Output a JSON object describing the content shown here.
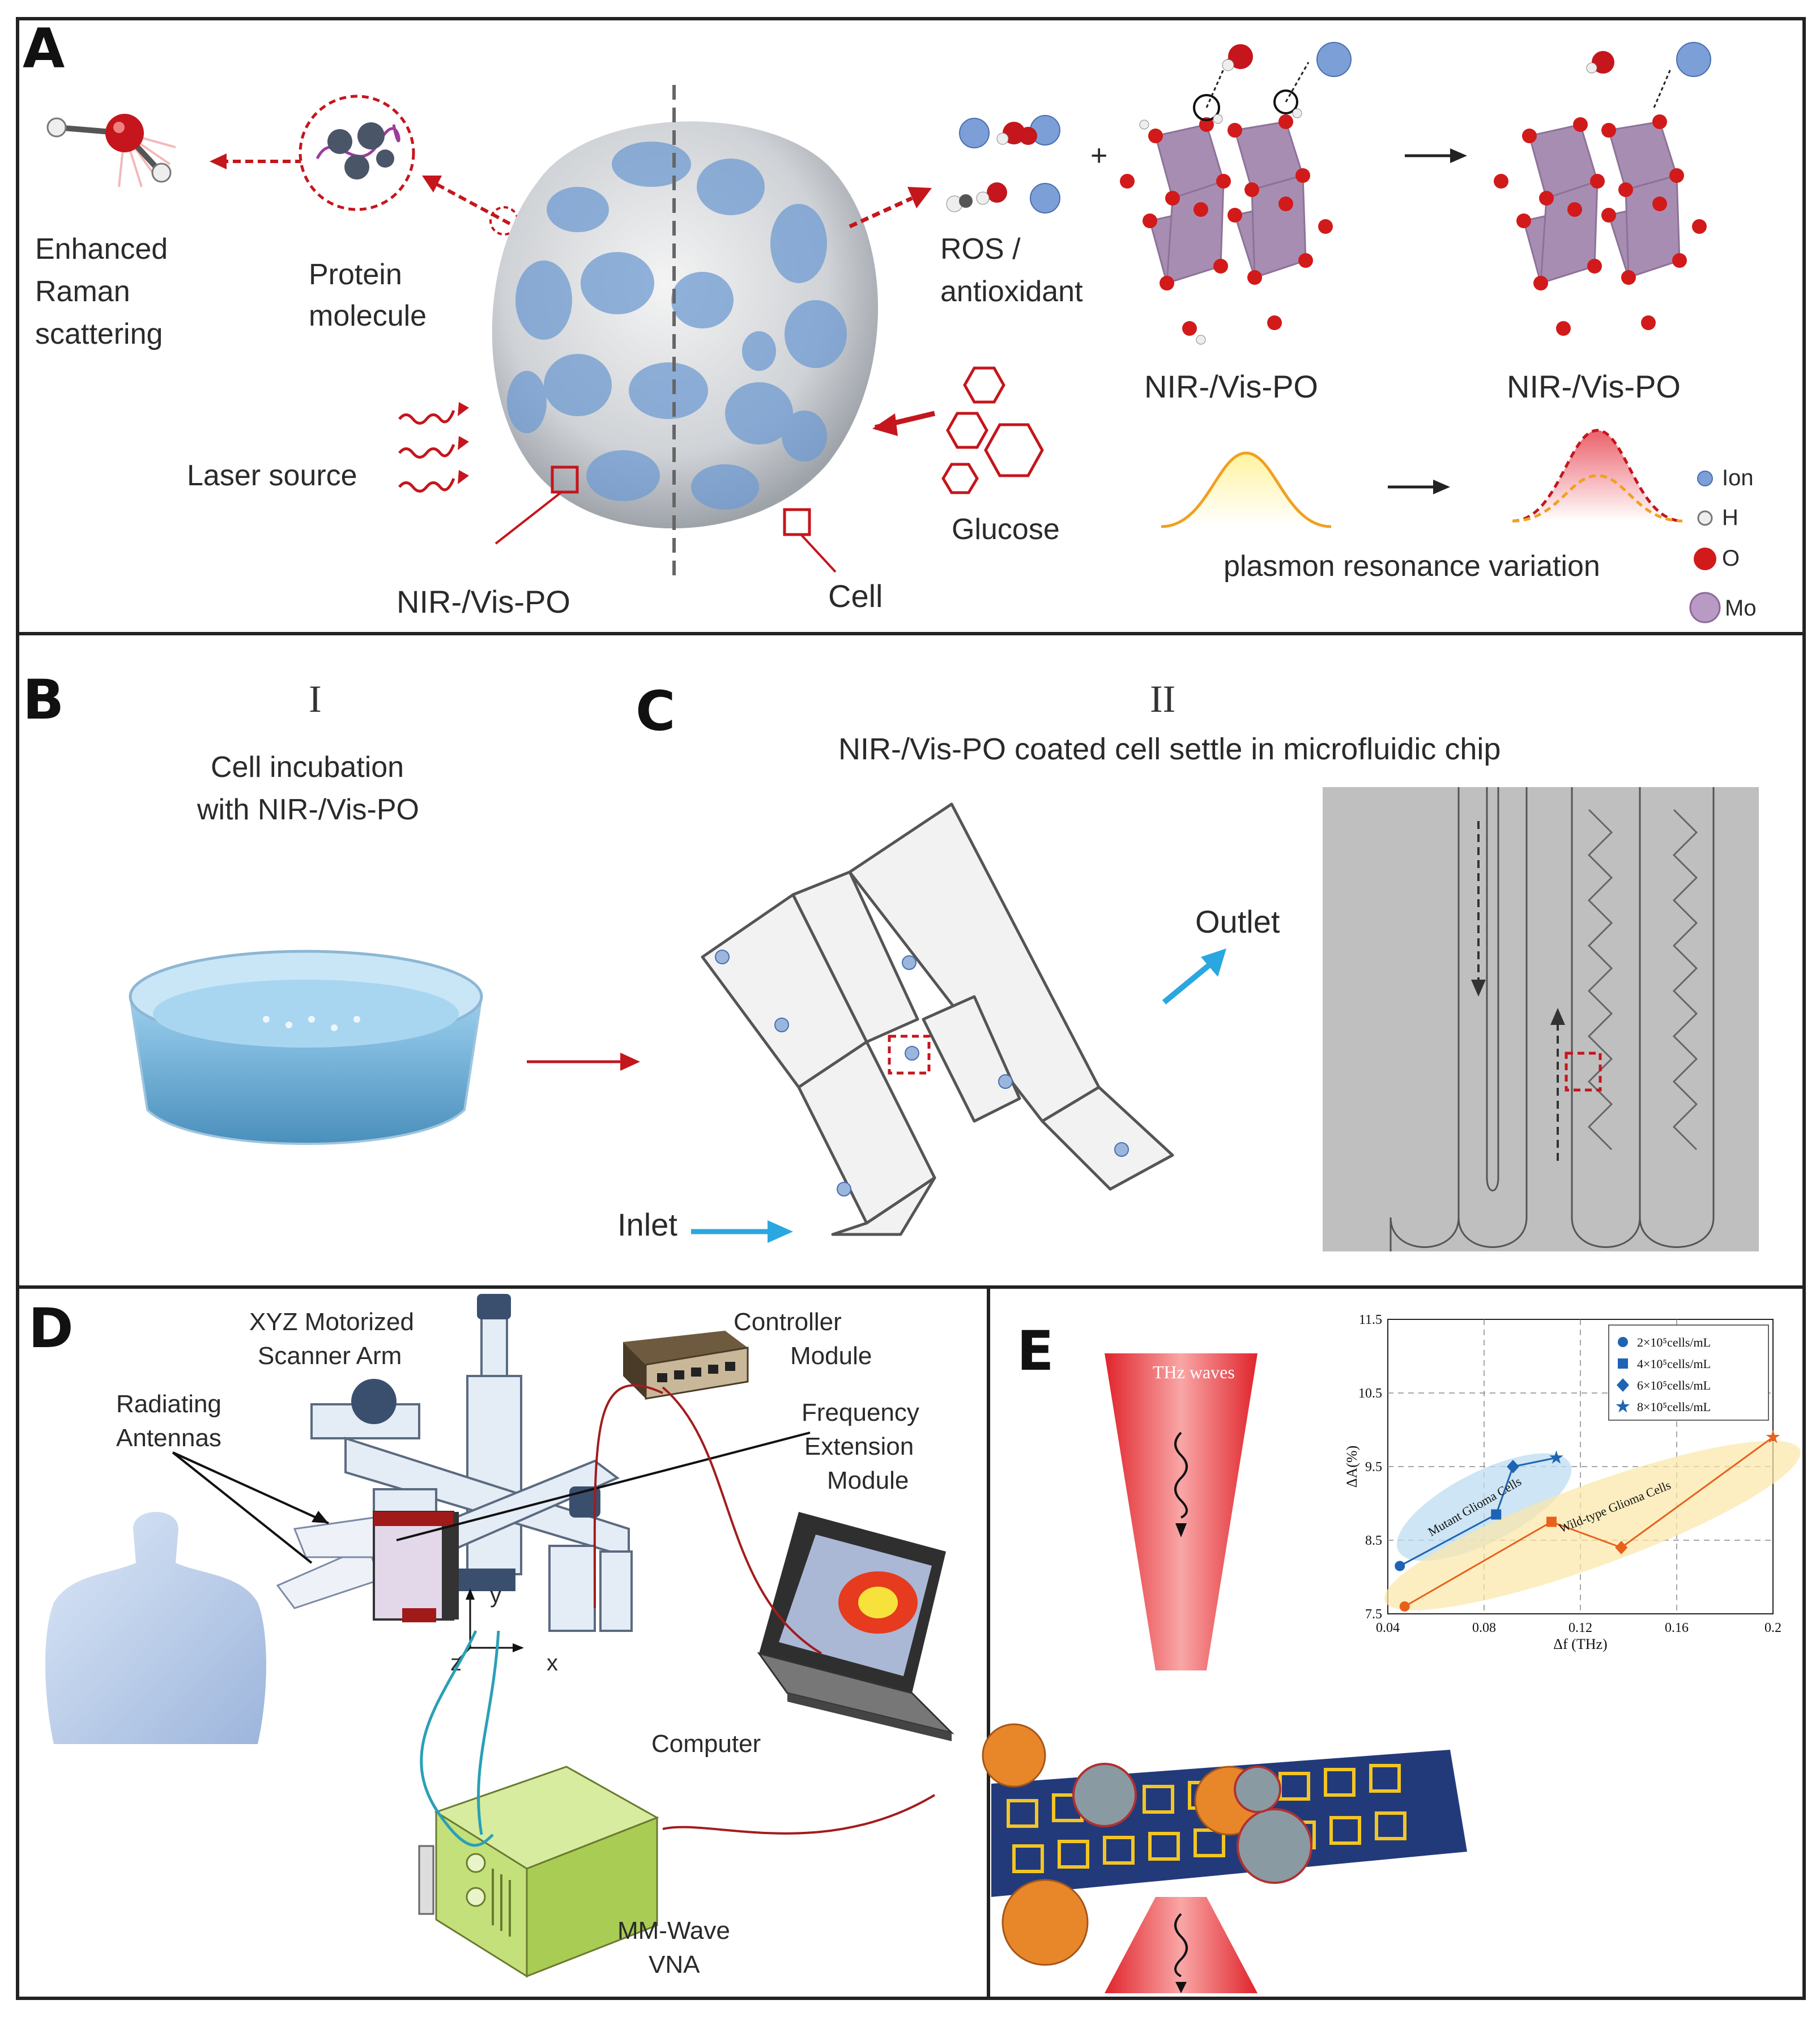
{
  "panelA": {
    "letter": "A",
    "enhanced_raman": [
      "Enhanced",
      "Raman",
      "scattering"
    ],
    "protein": [
      "Protein",
      "molecule"
    ],
    "laser": "Laser source",
    "nir_label_left": "NIR-/Vis-PO",
    "cell": "Cell",
    "ros": [
      "ROS /",
      "antioxidant"
    ],
    "glucose": "Glucose",
    "plus": "+",
    "structure_label_1": "NIR-/Vis-PO",
    "structure_label_2": "NIR-/Vis-PO",
    "plasmon": "plasmon resonance variation",
    "legend": [
      {
        "label": "Ion",
        "color": "#7b9fd6"
      },
      {
        "label": "H",
        "color": "#eeeeee"
      },
      {
        "label": "O",
        "color": "#d21a1a"
      },
      {
        "label": "Mo",
        "color": "#b89ac4"
      }
    ]
  },
  "panelB": {
    "letter": "B",
    "roman": "I",
    "caption": [
      "Cell incubation",
      "with NIR-/Vis-PO"
    ]
  },
  "panelC": {
    "letter": "C",
    "roman": "II",
    "caption": "NIR-/Vis-PO coated cell settle in microfluidic chip",
    "outlet": "Outlet",
    "inlet": "Inlet"
  },
  "panelD": {
    "letter": "D",
    "xyz": [
      "XYZ Motorized",
      "Scanner  Arm"
    ],
    "controller": [
      "Controller",
      "Module"
    ],
    "antennas": [
      "Radiating",
      "Antennas"
    ],
    "freq": [
      "Frequency",
      "Extension",
      "Module"
    ],
    "axis_y": "y",
    "axis_z": "z",
    "axis_x": "x",
    "computer": "Computer",
    "vna": [
      "MM-Wave",
      "VNA"
    ]
  },
  "panelE": {
    "letter": "E",
    "thz": "THz waves"
  },
  "chart_data": {
    "type": "scatter",
    "xlabel": "Δf (THz)",
    "ylabel": "ΔA(%)",
    "xlim": [
      0.04,
      0.2
    ],
    "ylim": [
      7.5,
      11.5
    ],
    "xticks": [
      "0.04",
      "0.08",
      "0.12",
      "0.16",
      "0.2"
    ],
    "yticks": [
      "7.5",
      "8.5",
      "9.5",
      "10.5",
      "11.5"
    ],
    "grid": true,
    "legend_position": "top-right",
    "legend": [
      {
        "marker": "circle",
        "label": "2×10⁵cells/mL"
      },
      {
        "marker": "square",
        "label": "4×10⁵cells/mL"
      },
      {
        "marker": "diamond",
        "label": "6×10⁵cells/mL"
      },
      {
        "marker": "star",
        "label": "8×10⁵cells/mL"
      }
    ],
    "series": [
      {
        "name": "Mutant Glioma Cells",
        "color": "#1f63b4",
        "points": [
          [
            0.045,
            8.15
          ],
          [
            0.085,
            8.85
          ],
          [
            0.092,
            9.5
          ],
          [
            0.11,
            9.62
          ]
        ]
      },
      {
        "name": "Wild-type Glioma Cells",
        "color": "#e8601c",
        "points": [
          [
            0.047,
            7.6
          ],
          [
            0.108,
            8.75
          ],
          [
            0.137,
            8.4
          ],
          [
            0.2,
            9.9
          ]
        ]
      }
    ]
  }
}
